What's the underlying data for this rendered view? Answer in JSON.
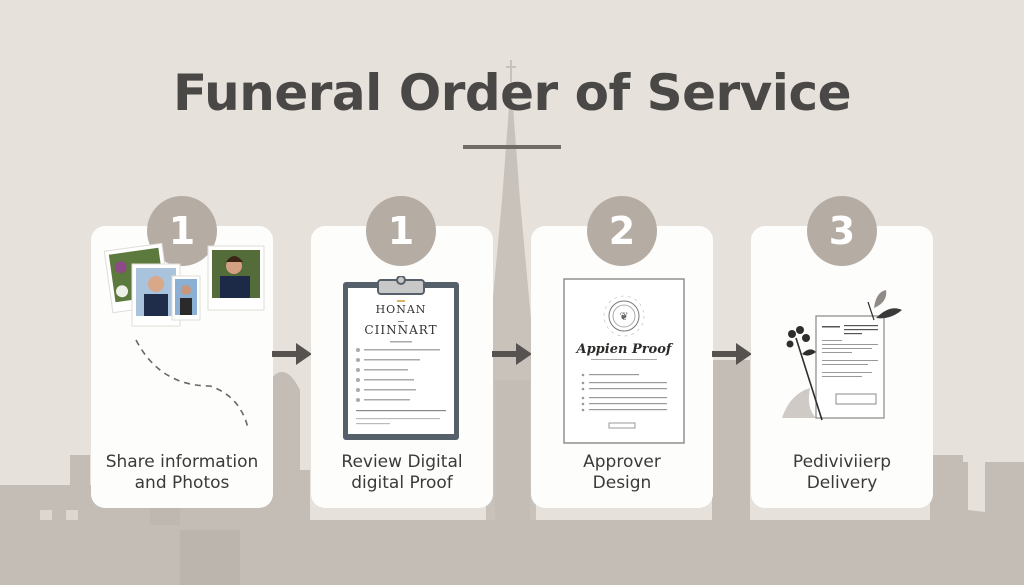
{
  "header": {
    "title": "Funeral Order of Service"
  },
  "steps": [
    {
      "badge": "1",
      "label_line1": "Share information",
      "label_line2": "and Photos",
      "illustration": "photo-collage-icon"
    },
    {
      "badge": "1",
      "label_line1": "Review Digital",
      "label_line2": "digital Proof",
      "illustration": "clipboard-proof-icon",
      "doc_title_line1": "HONAN",
      "doc_title_line2": "CIINNART"
    },
    {
      "badge": "2",
      "label_line1": "Approver",
      "label_line2": "Design",
      "illustration": "approval-document-icon",
      "doc_title": "Appien Proof"
    },
    {
      "badge": "3",
      "label_line1": "Pediviviierp",
      "label_line2": "Delivery",
      "illustration": "delivery-letter-flower-icon"
    }
  ],
  "colors": {
    "background": "#e6e1db",
    "skyline": "#c4bdb6",
    "card": "#fdfdfc",
    "badge": "#b5ada4",
    "title": "#4a4846",
    "arrow": "#55524f"
  }
}
